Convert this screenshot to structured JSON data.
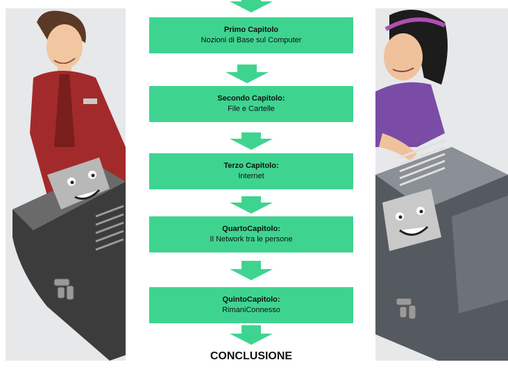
{
  "chapters": [
    {
      "title": "Primo Capitolo",
      "subtitle": "Nozioni  di Base sul Computer"
    },
    {
      "title": "Secondo Capitolo:",
      "subtitle": "File e Cartelle"
    },
    {
      "title": "Terzo Capitolo:",
      "subtitle": "Internet"
    },
    {
      "title": "QuartoCapitolo:",
      "subtitle": "Il Network tra le persone"
    },
    {
      "title": "QuintoCapitolo:",
      "subtitle": "RimaniConnesso"
    }
  ],
  "conclusion": "CONCLUSIONE",
  "colors": {
    "accent": "#3ed490",
    "panel": "#e6e8ea"
  }
}
